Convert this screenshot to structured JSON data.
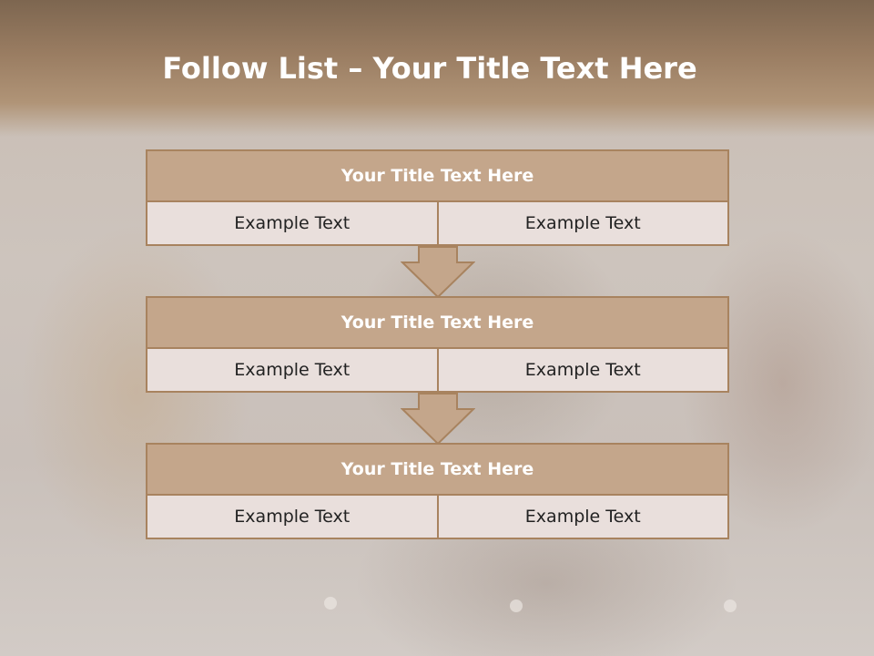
{
  "title": {
    "bold": "Follow List ",
    "rest": " – Your Title Text Here"
  },
  "blocks": [
    {
      "title": "Your Title Text Here",
      "left": "Example Text",
      "right": "Example Text"
    },
    {
      "title": "Your Title Text Here",
      "left": "Example Text",
      "right": "Example Text"
    },
    {
      "title": "Your Title Text Here",
      "left": "Example Text",
      "right": "Example Text"
    }
  ],
  "colors": {
    "header_fill": "#c4a68b",
    "border": "#a8835f",
    "cell_fill": "#e9dfdc",
    "arrow_fill": "#c4a68b"
  },
  "icons": [
    "down-arrow-icon",
    "down-arrow-icon"
  ]
}
